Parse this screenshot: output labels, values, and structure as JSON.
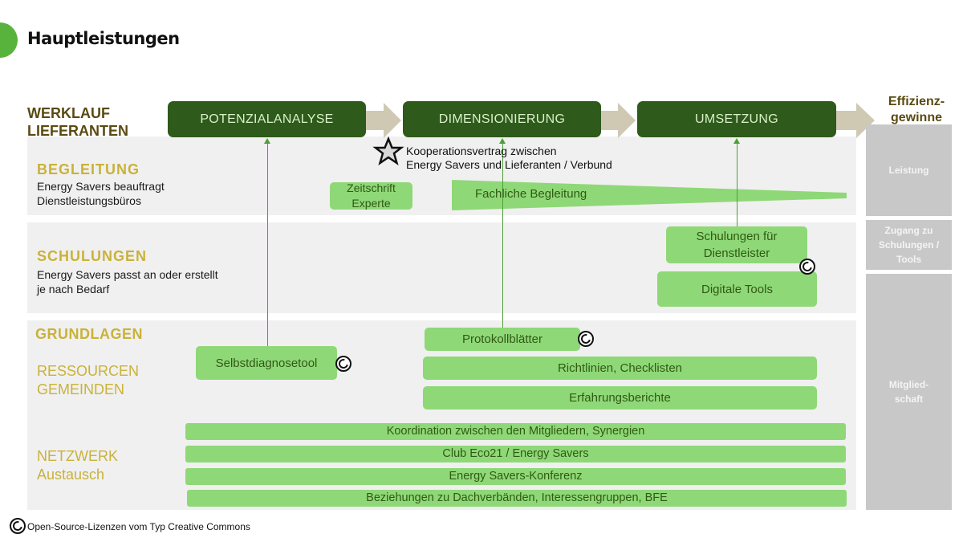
{
  "header": {
    "title": "Hauptleistungen"
  },
  "workflow": {
    "label_line1": "WERKLAUF",
    "label_line2": "LIEFERANTEN",
    "phases": [
      "POTENZIALANALYSE",
      "DIMENSIONIERUNG",
      "UMSETZUNG"
    ],
    "outcome_line1": "Effizienz-",
    "outcome_line2": "gewinne"
  },
  "contract_note": {
    "icon": "star-icon",
    "line1": "Kooperationsvertrag zwischen",
    "line2": "Energy Savers und Lieferanten / Verbund"
  },
  "sections": {
    "begleitung": {
      "title": "BEGLEITUNG",
      "sub1": "Energy Savers beauftragt",
      "sub2": "Dienstleistungsbüros",
      "items": [
        "Zeitschrift Experte",
        "Fachliche Begleitung"
      ]
    },
    "schulungen": {
      "title": "SCHULUNGEN",
      "sub1": "Energy Savers passt an oder erstellt",
      "sub2": "je nach Bedarf",
      "items": [
        "Schulungen für Dienstleister",
        "Digitale Tools"
      ]
    },
    "grundlagen": {
      "title": "GRUNDLAGEN",
      "sub1": "RESSOURCEN",
      "sub2": "GEMEINDEN",
      "items": [
        "Selbstdiagnosetool",
        "Protokollblätter",
        "Richtlinien, Checklisten",
        "Erfahrungsberichte"
      ]
    },
    "netzwerk": {
      "title": "NETZWERK",
      "sub": "Austausch",
      "items": [
        "Koordination zwischen den Mitgliedern, Synergien",
        "Club Eco21 / Energy Savers",
        "Energy Savers-Konferenz",
        "Beziehungen zu Dachverbänden, Interessengruppen, BFE"
      ]
    }
  },
  "benefits": [
    "Leistung",
    "Zugang zu Schulungen / Tools",
    "Mitglied-schaft"
  ],
  "footnote": {
    "icon": "creative-commons-icon",
    "text": "Open-Source-Lizenzen vom Typ Creative Commons"
  },
  "colors": {
    "phase": "#2e5a1b",
    "box": "#8fd877",
    "accent": "#c9b23a",
    "arrow": "#cfc9b4",
    "benefit": "#c8c8c8"
  }
}
